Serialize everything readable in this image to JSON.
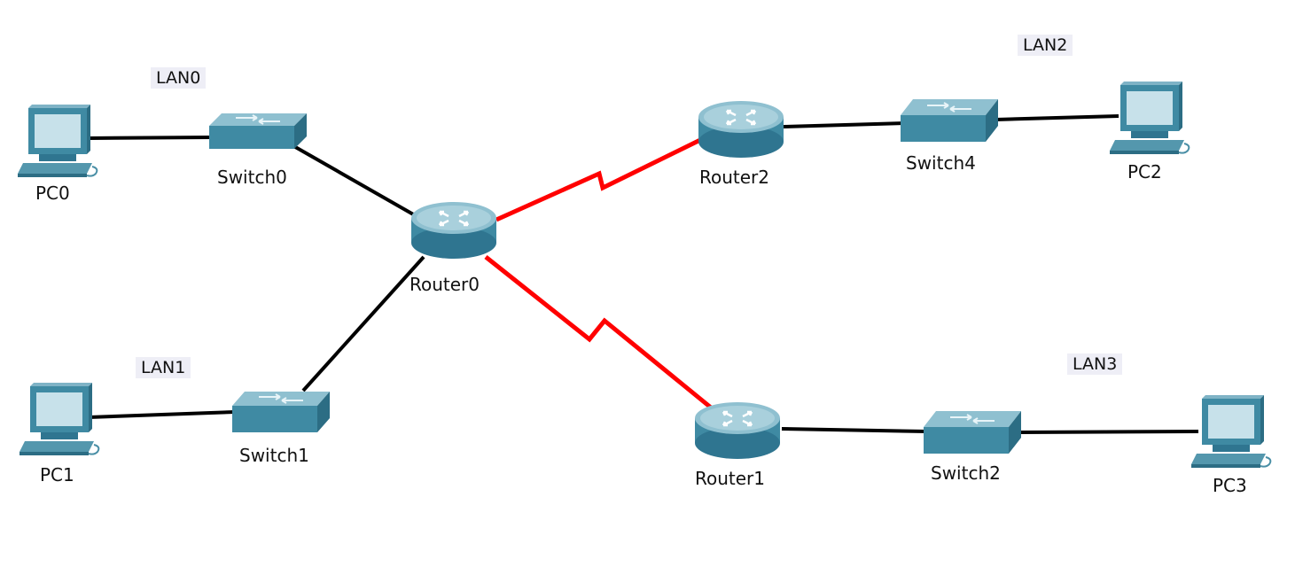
{
  "colors": {
    "ethernet_link": "#000000",
    "serial_link": "#ff0000",
    "device_teal": "#4a8fa6",
    "lan_label_bg": "#eeeef6"
  },
  "lans": {
    "lan0": "LAN0",
    "lan1": "LAN1",
    "lan2": "LAN2",
    "lan3": "LAN3"
  },
  "devices": {
    "pc0": {
      "label": "PC0",
      "icon": "pc-icon"
    },
    "pc1": {
      "label": "PC1",
      "icon": "pc-icon"
    },
    "pc2": {
      "label": "PC2",
      "icon": "pc-icon"
    },
    "pc3": {
      "label": "PC3",
      "icon": "pc-icon"
    },
    "switch0": {
      "label": "Switch0",
      "icon": "switch-icon"
    },
    "switch1": {
      "label": "Switch1",
      "icon": "switch-icon"
    },
    "switch2": {
      "label": "Switch2",
      "icon": "switch-icon"
    },
    "switch4": {
      "label": "Switch4",
      "icon": "switch-icon"
    },
    "router0": {
      "label": "Router0",
      "icon": "router-icon"
    },
    "router1": {
      "label": "Router1",
      "icon": "router-icon"
    },
    "router2": {
      "label": "Router2",
      "icon": "router-icon"
    }
  },
  "links": [
    {
      "from": "PC0",
      "to": "Switch0",
      "type": "ethernet"
    },
    {
      "from": "Switch0",
      "to": "Router0",
      "type": "ethernet"
    },
    {
      "from": "PC1",
      "to": "Switch1",
      "type": "ethernet"
    },
    {
      "from": "Switch1",
      "to": "Router0",
      "type": "ethernet"
    },
    {
      "from": "Router0",
      "to": "Router2",
      "type": "serial"
    },
    {
      "from": "Router0",
      "to": "Router1",
      "type": "serial"
    },
    {
      "from": "Router2",
      "to": "Switch4",
      "type": "ethernet"
    },
    {
      "from": "Switch4",
      "to": "PC2",
      "type": "ethernet"
    },
    {
      "from": "Router1",
      "to": "Switch2",
      "type": "ethernet"
    },
    {
      "from": "Switch2",
      "to": "PC3",
      "type": "ethernet"
    }
  ]
}
